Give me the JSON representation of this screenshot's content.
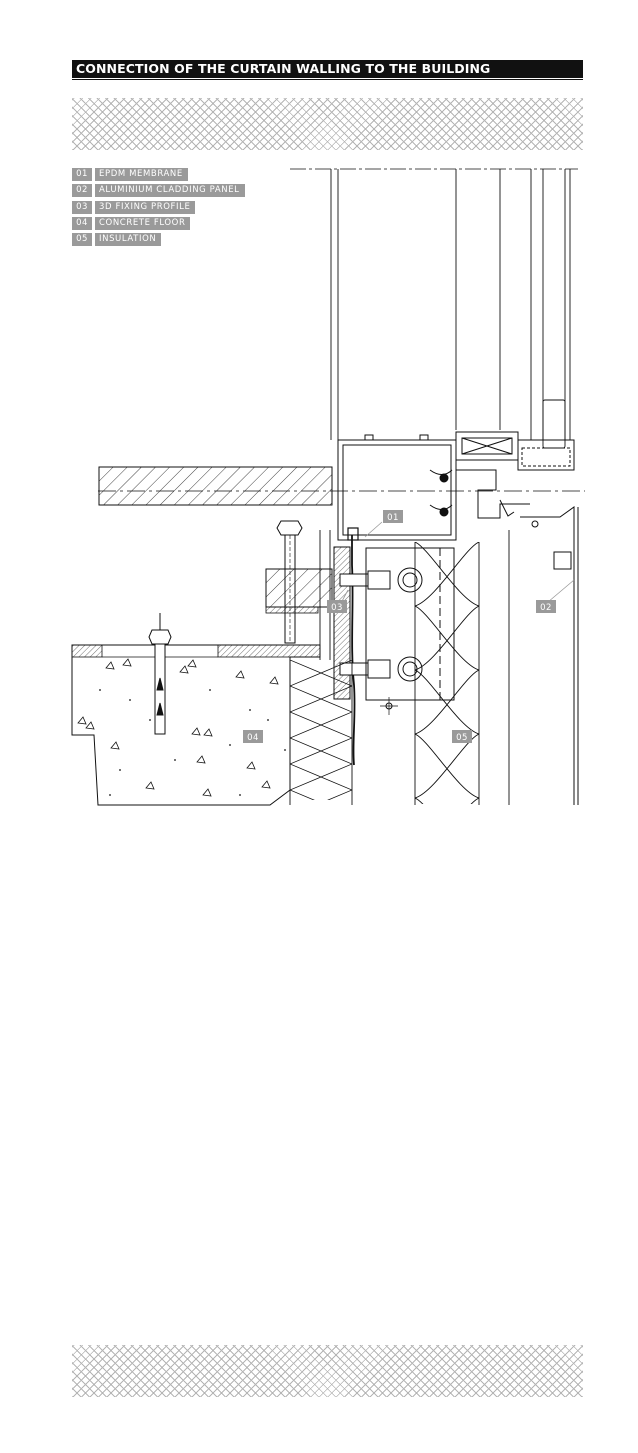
{
  "title": "CONNECTION OF THE CURTAIN WALLING TO THE BUILDING",
  "legend": [
    {
      "num": "01",
      "label": "EPDM MEMBRANE"
    },
    {
      "num": "02",
      "label": "ALUMINIUM CLADDING PANEL"
    },
    {
      "num": "03",
      "label": "3D FIXING PROFILE"
    },
    {
      "num": "04",
      "label": "CONCRETE FLOOR"
    },
    {
      "num": "05",
      "label": "INSULATION"
    }
  ],
  "tags": {
    "t01": "01",
    "t02": "02",
    "t03": "03",
    "t04": "04",
    "t05": "05"
  },
  "colors": {
    "ink": "#111111",
    "tag_fill": "#9a9a9a",
    "hatch": "#b5b5b5"
  }
}
